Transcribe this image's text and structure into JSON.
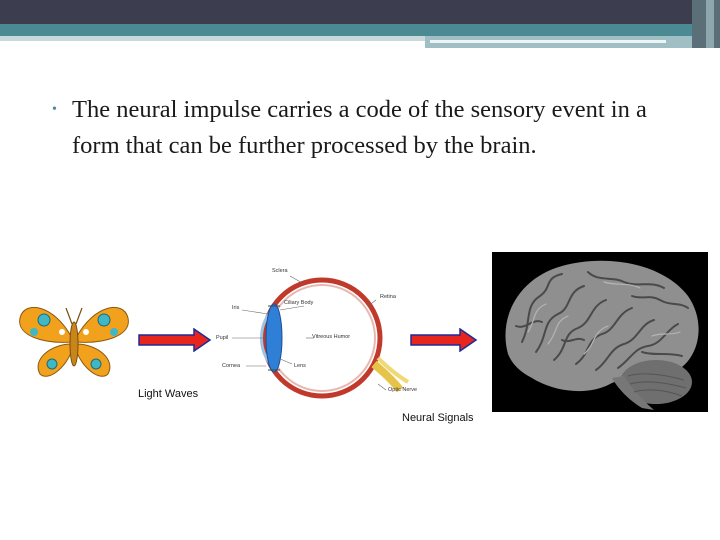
{
  "slide": {
    "bullet": "The neural impulse carries a code of the sensory event in a form that can be further processed by the brain."
  },
  "figure": {
    "light_label": "Light Waves",
    "neural_label": "Neural Signals",
    "eye_labels": {
      "sclera": "Sclera",
      "ciliary_body": "Ciliary Body",
      "retina": "Retina",
      "iris": "Iris",
      "vitreous": "Vitreous Humor",
      "pupil": "Pupil",
      "cornea": "Cornea",
      "lens": "Lens",
      "optic_nerve": "Optic Nerve"
    },
    "colors": {
      "arrow": "#e8251c",
      "arrow_outline": "#1a2b9a",
      "butterfly_wing": "#f2a11d",
      "butterfly_spot": "#3fb7c4",
      "eye_outer": "#c0392b",
      "lens": "#2f7fd6"
    }
  }
}
